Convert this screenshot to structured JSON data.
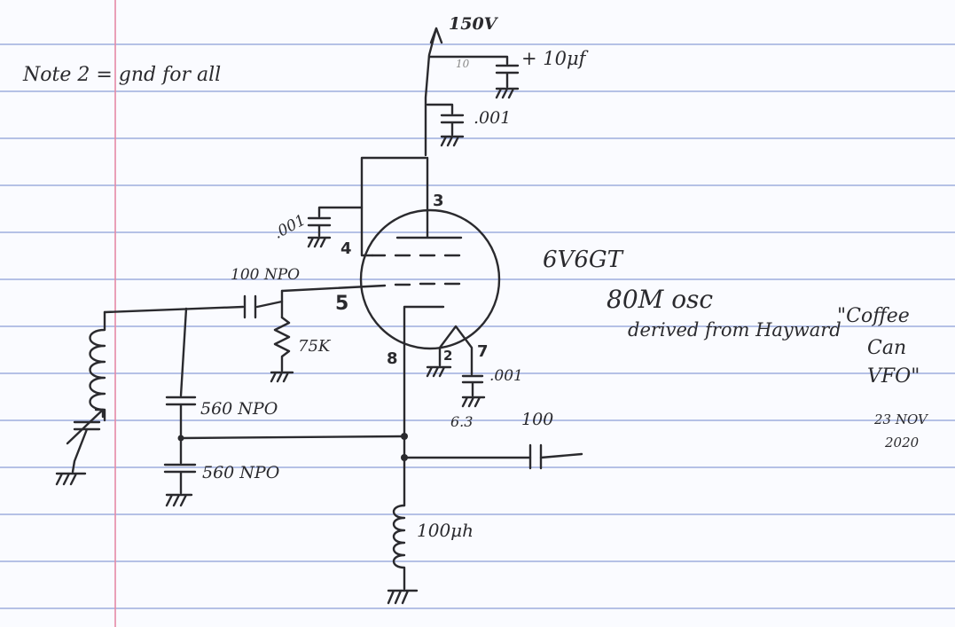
{
  "note": "Note 2 = gnd for all",
  "supply": "150V",
  "c_supply_bypass": "+ 10μf",
  "c_supply_marker": "10",
  "c_plate_bypass": ".001",
  "c_screen_bypass": ".001",
  "tube": "6V6GT",
  "pins": {
    "p3": "3",
    "p4": "4",
    "p5": "5",
    "p8": "8",
    "p2": "2",
    "p7": "7"
  },
  "grid_cap": "100 NPO",
  "grid_leak": "75K",
  "c_div_top": "560 NPO",
  "c_div_bottom": "560 NPO",
  "heater_cap": ".001",
  "heater_voltage": "6.3",
  "output_cap": "100",
  "choke": "100μh",
  "title_line1": "80M osc",
  "title_line2": "derived from Hayward",
  "title_quote1": "\"Coffee",
  "title_quote2": "Can",
  "title_quote3": "VFO\"",
  "date_line1": "23 NOV",
  "date_line2": "2020",
  "colors": {
    "paper": "#fafbff",
    "rule_line": "#8c9ed8",
    "margin_line": "#e58aa6",
    "ink": "#2a2a2e"
  }
}
